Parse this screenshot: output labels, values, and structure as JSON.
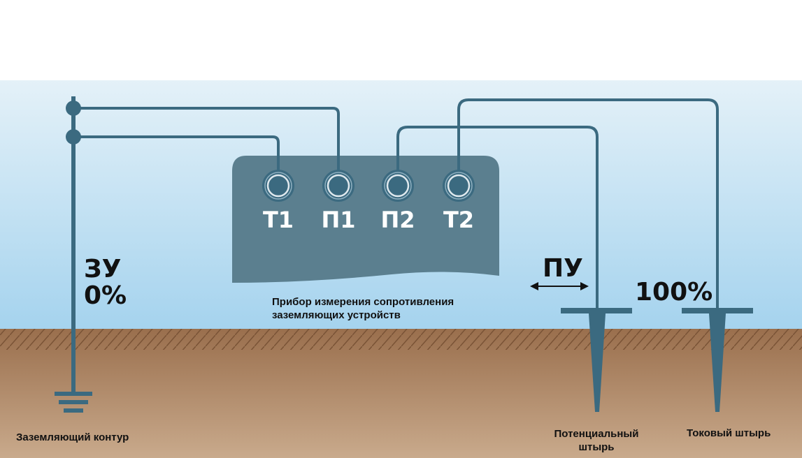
{
  "terminals": [
    "T1",
    "П1",
    "П2",
    "T2"
  ],
  "labels": {
    "zu_line1": "ЗУ",
    "zu_line2": "0%",
    "pu": "ПУ",
    "hundred": "100%",
    "device_line1": "Прибор измерения сопротивления",
    "device_line2": "заземляющих устройств",
    "ground_loop": "Заземляющий контур",
    "potential_line1": "Потенциальный",
    "potential_line2": "штырь",
    "current_spike": "Токовый штырь"
  },
  "colors": {
    "wire": "#3b6a80",
    "device": "#5b7f8f",
    "soil": "#a57c5a",
    "sky": "#aad6ef"
  }
}
